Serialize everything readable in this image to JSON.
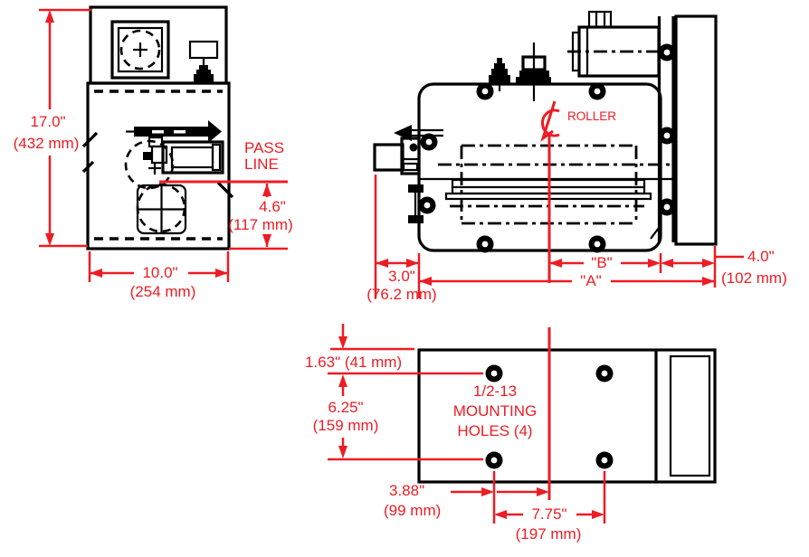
{
  "colors": {
    "dimension_red": "#ed1c24",
    "line_black": "#000000"
  },
  "icons": {
    "centerline_symbol": "℄"
  },
  "front_view": {
    "height_in": "17.0\"",
    "height_mm": "(432 mm)",
    "width_in": "10.0\"",
    "width_mm": "(254 mm)",
    "pass_line_line1": "PASS",
    "pass_line_line2": "LINE",
    "passline_height_in": "4.6\"",
    "passline_height_mm": "(117 mm)"
  },
  "side_view": {
    "roller_label": "ROLLER",
    "left_offset_in": "3.0\"",
    "left_offset_mm": "(76.2 mm)",
    "overall_width_label": "\"A\"",
    "center_to_edge_label": "\"B\"",
    "right_offset_in": "4.0\"",
    "right_offset_mm": "(102 mm)"
  },
  "bottom_view": {
    "edge_to_hole": "1.63\" (41 mm)",
    "hole_spacing_v_in": "6.25\"",
    "hole_spacing_v_mm": "(159 mm)",
    "holes_label_line1": "1/2-13",
    "holes_label_line2": "MOUNTING",
    "holes_label_line3": "HOLES (4)",
    "hole_to_center_in": "3.88\"",
    "hole_to_center_mm": "(99 mm)",
    "hole_spacing_h_in": "7.75\"",
    "hole_spacing_h_mm": "(197 mm)"
  }
}
